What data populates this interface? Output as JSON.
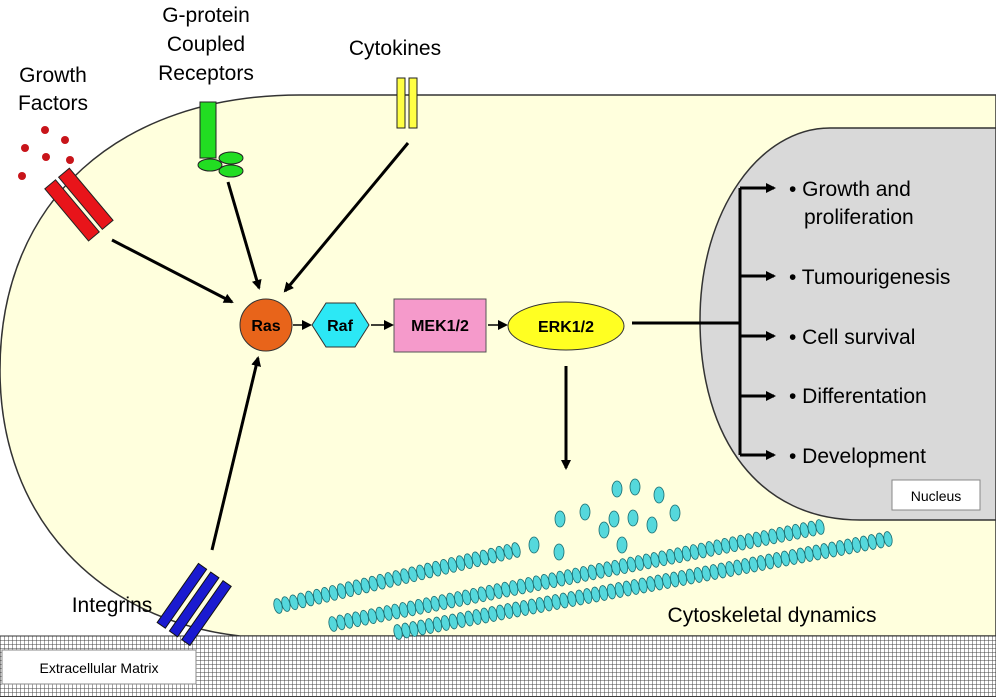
{
  "stimuli": {
    "growth_factors": [
      "Growth",
      "Factors"
    ],
    "gpcr": [
      "G-protein",
      "Coupled",
      "Receptors"
    ],
    "cytokines": "Cytokines",
    "integrins": "Integrins"
  },
  "pathway": {
    "ras": "Ras",
    "raf": "Raf",
    "mek": "MEK1/2",
    "erk": "ERK1/2"
  },
  "outcomes": [
    {
      "lines": [
        "• Growth and",
        "proliferation"
      ]
    },
    {
      "lines": [
        "• Tumourigenesis"
      ]
    },
    {
      "lines": [
        "• Cell survival"
      ]
    },
    {
      "lines": [
        "• Differentation"
      ]
    },
    {
      "lines": [
        "• Development"
      ]
    }
  ],
  "labels": {
    "nucleus": "Nucleus",
    "cytoskeleton": "Cytoskeletal dynamics",
    "ecm": "Extracellular Matrix"
  },
  "colors": {
    "cell": "#FFFFDD",
    "nucleus": "#D9D9D9",
    "ras": "#E8641A",
    "raf": "#2CE8F5",
    "mek": "#F59ACB",
    "erk": "#FFFF22",
    "growth_receptor": "#E8141A",
    "gpcr": "#22DD22",
    "cytokine": "#FFFF44",
    "integrin": "#1A1AD0",
    "cytoskeleton": "#55D8DC"
  }
}
